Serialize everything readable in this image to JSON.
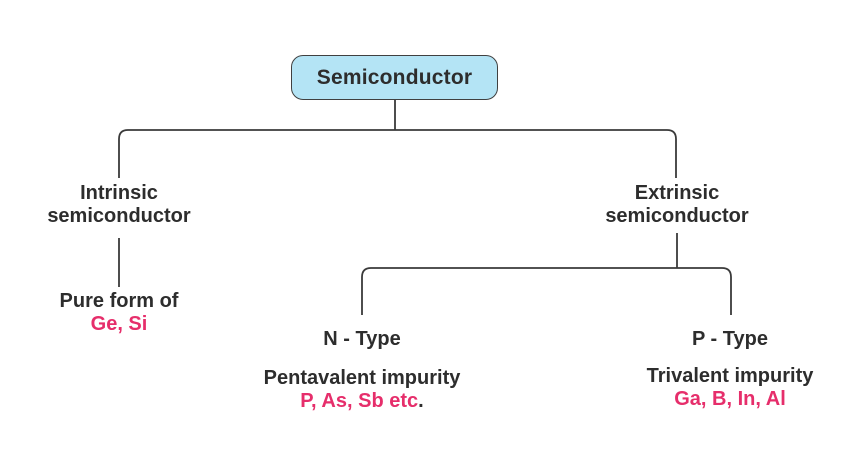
{
  "diagram": {
    "root_label": "Semiconductor",
    "intrinsic": {
      "line1": "Intrinsic",
      "line2": "semiconductor",
      "desc": "Pure form of",
      "examples": "Ge, Si"
    },
    "extrinsic": {
      "line1": "Extrinsic",
      "line2": "semiconductor"
    },
    "n_type": {
      "label": "N - Type",
      "desc": "Pentavalent impurity",
      "examples": "P, As, Sb etc",
      "period": "."
    },
    "p_type": {
      "label": "P - Type",
      "desc": "Trivalent impurity",
      "examples": "Ga, B, In, Al"
    },
    "colors": {
      "box_fill": "#b4e4f5",
      "box_border": "#404040",
      "line_color": "#3a3a3a",
      "text_color": "#2d2d2d",
      "accent_pink": "#e62e6b"
    }
  }
}
